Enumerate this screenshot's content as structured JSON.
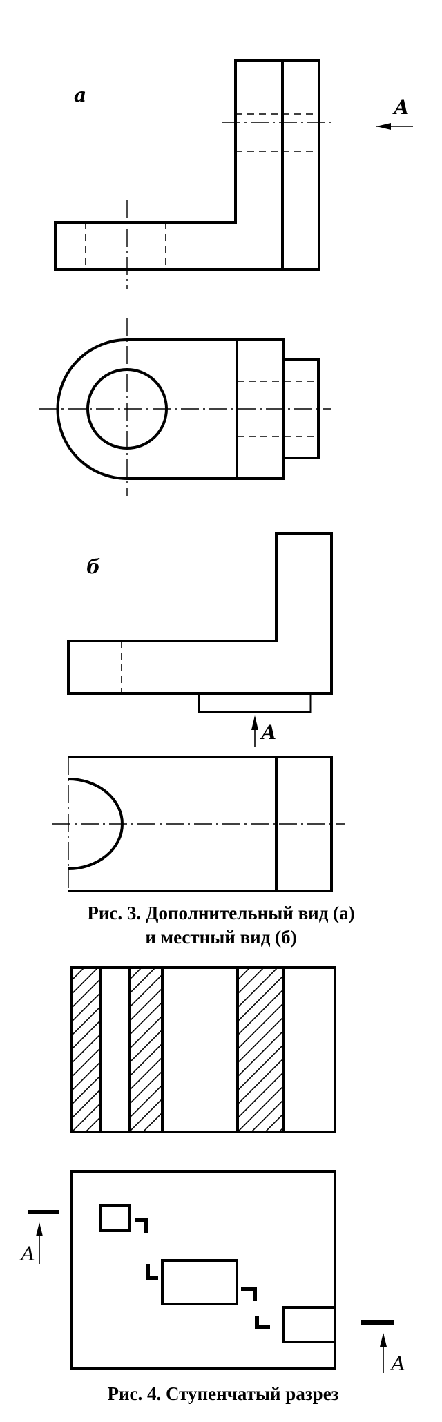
{
  "figure3": {
    "label_a": "а",
    "label_b": "б",
    "view_arrow_label": "А",
    "caption_line1": "Рис. 3. Дополнительный вид (а)",
    "caption_line2": "и местный вид (б)"
  },
  "figure4": {
    "section_label_left": "А",
    "section_label_right": "А",
    "caption": "Рис. 4. Ступенчатый разрез"
  }
}
